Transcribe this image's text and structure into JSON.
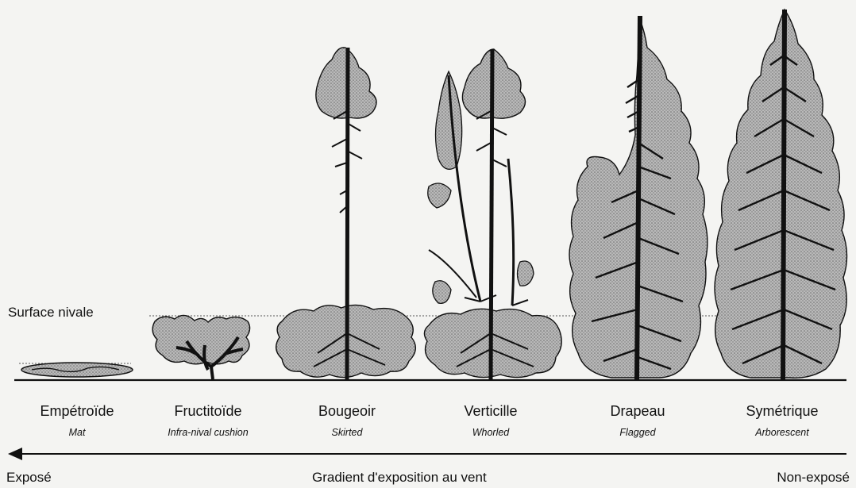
{
  "snow_surface_label": "Surface nivale",
  "forms": [
    {
      "name": "Empétroïde",
      "subtitle": "Mat"
    },
    {
      "name": "Fructitoïde",
      "subtitle": "Infra-nival cushion"
    },
    {
      "name": "Bougeoir",
      "subtitle": "Skirted"
    },
    {
      "name": "Verticille",
      "subtitle": "Whorled"
    },
    {
      "name": "Drapeau",
      "subtitle": "Flagged"
    },
    {
      "name": "Symétrique",
      "subtitle": "Arborescent"
    }
  ],
  "gradient": {
    "left_label": "Exposé",
    "center_label": "Gradient d'exposition au vent",
    "right_label": "Non-exposé"
  },
  "colors": {
    "ink": "#111111",
    "foliage": "#9c9c9c",
    "background": "#f4f4f2"
  }
}
